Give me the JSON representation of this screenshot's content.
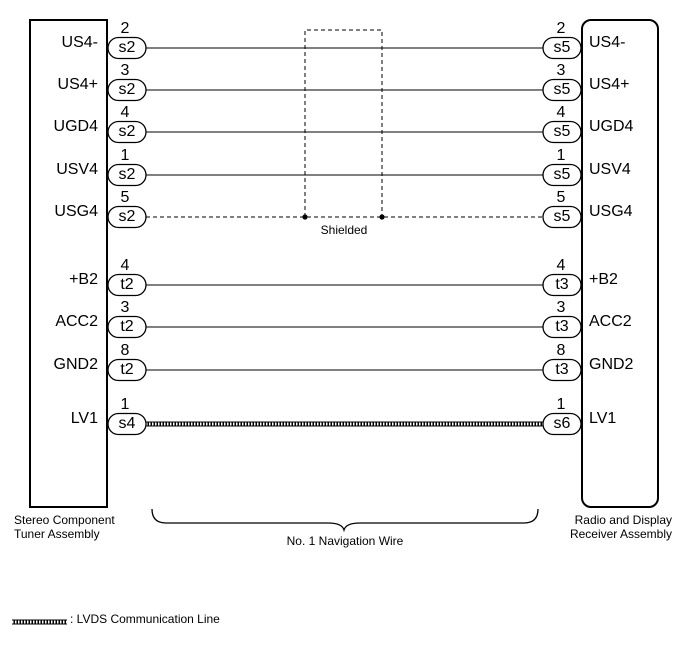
{
  "components": {
    "left": {
      "name_line1": "Stereo Component",
      "name_line2": "Tuner Assembly"
    },
    "right": {
      "name_line1": "Radio and Display",
      "name_line2": "Receiver Assembly"
    }
  },
  "wires": [
    {
      "left_label": "US4-",
      "left_pin": "2",
      "left_conn": "s2",
      "right_label": "US4-",
      "right_pin": "2",
      "right_conn": "s5",
      "style": "solid"
    },
    {
      "left_label": "US4+",
      "left_pin": "3",
      "left_conn": "s2",
      "right_label": "US4+",
      "right_pin": "3",
      "right_conn": "s5",
      "style": "solid"
    },
    {
      "left_label": "UGD4",
      "left_pin": "4",
      "left_conn": "s2",
      "right_label": "UGD4",
      "right_pin": "4",
      "right_conn": "s5",
      "style": "solid"
    },
    {
      "left_label": "USV4",
      "left_pin": "1",
      "left_conn": "s2",
      "right_label": "USV4",
      "right_pin": "1",
      "right_conn": "s5",
      "style": "solid"
    },
    {
      "left_label": "USG4",
      "left_pin": "5",
      "left_conn": "s2",
      "right_label": "USG4",
      "right_pin": "5",
      "right_conn": "s5",
      "style": "dashed"
    },
    {
      "left_label": "+B2",
      "left_pin": "4",
      "left_conn": "t2",
      "right_label": "+B2",
      "right_pin": "4",
      "right_conn": "t3",
      "style": "solid"
    },
    {
      "left_label": "ACC2",
      "left_pin": "3",
      "left_conn": "t2",
      "right_label": "ACC2",
      "right_pin": "3",
      "right_conn": "t3",
      "style": "solid"
    },
    {
      "left_label": "GND2",
      "left_pin": "8",
      "left_conn": "t2",
      "right_label": "GND2",
      "right_pin": "8",
      "right_conn": "t3",
      "style": "solid"
    },
    {
      "left_label": "LV1",
      "left_pin": "1",
      "left_conn": "s4",
      "right_label": "LV1",
      "right_pin": "1",
      "right_conn": "s6",
      "style": "lvds"
    }
  ],
  "shield": {
    "label": "Shielded"
  },
  "harness": {
    "label": "No. 1 Navigation Wire"
  },
  "legend": {
    "label": ": LVDS Communication Line"
  }
}
